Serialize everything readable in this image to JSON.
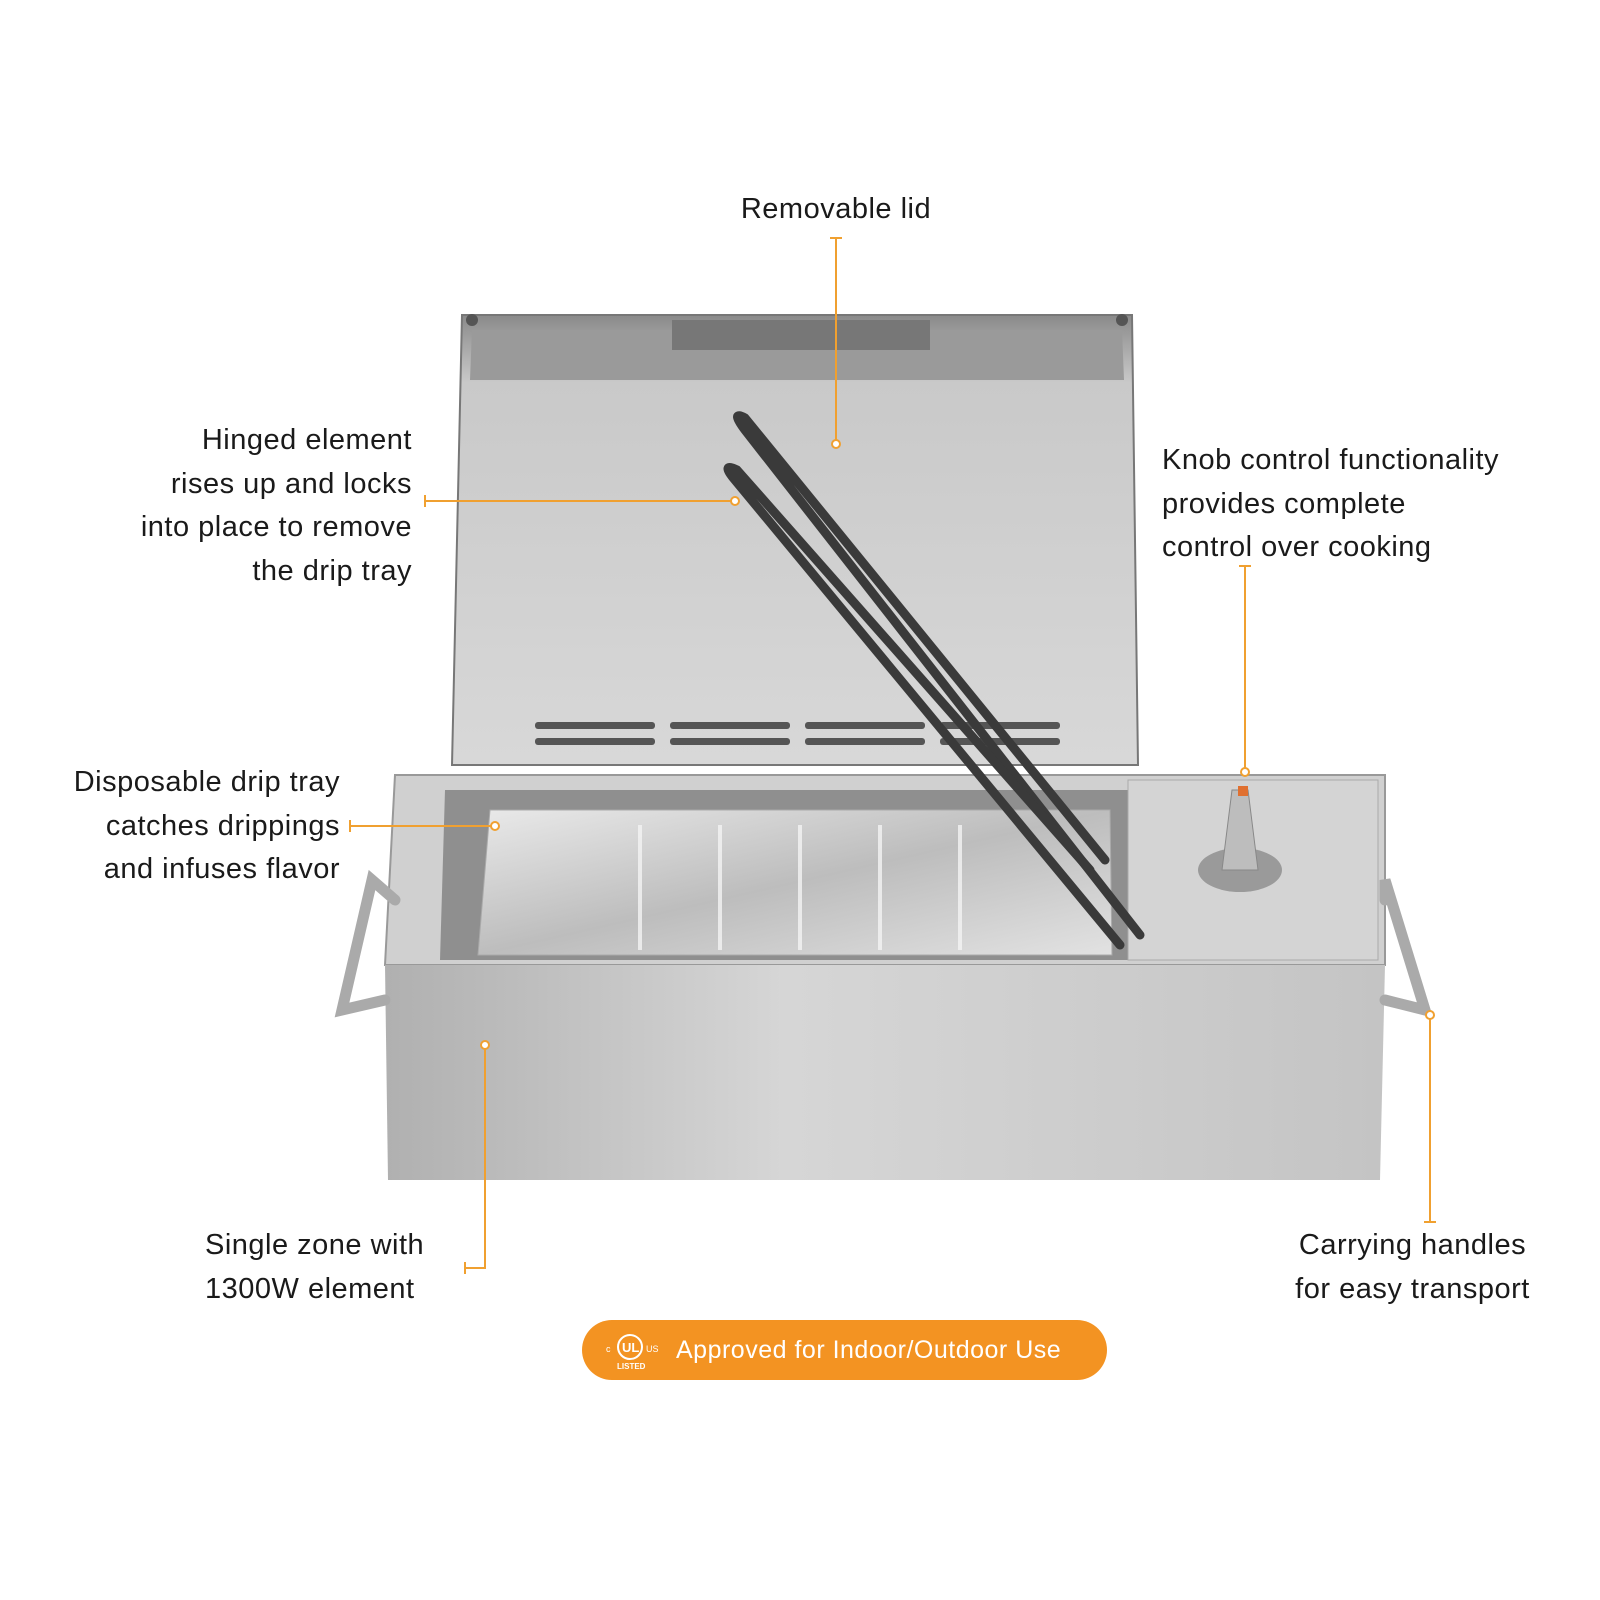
{
  "callouts": {
    "lid": [
      "Removable lid"
    ],
    "hinged": [
      "Hinged element",
      "rises up and locks",
      "into place to remove",
      "the drip tray"
    ],
    "knob": [
      "Knob control functionality",
      "provides complete",
      "control over cooking"
    ],
    "drip": [
      "Disposable drip tray",
      "catches drippings",
      "and infuses flavor"
    ],
    "zone": [
      "Single zone with",
      "1300W element"
    ],
    "handles": [
      "Carrying handles",
      "for easy transport"
    ]
  },
  "badge": {
    "text": "Approved for Indoor/Outdoor Use",
    "logo_text": "cULus LISTED",
    "color": "#f39322"
  },
  "colors": {
    "callout_line": "#f0a030",
    "text": "#1a1a1a",
    "steel": "#c8c8c8"
  }
}
